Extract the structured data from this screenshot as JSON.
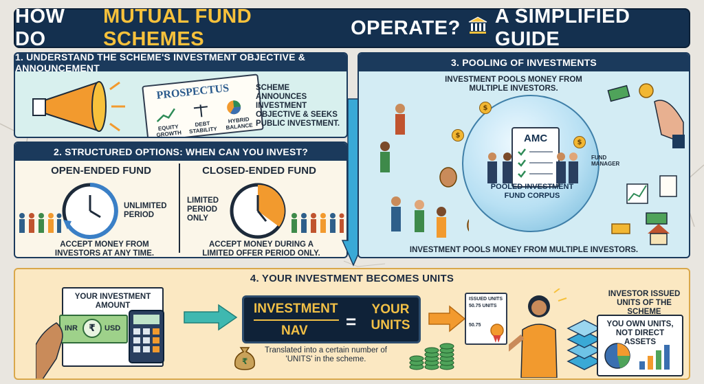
{
  "title": {
    "part1": "HOW DO",
    "highlight": "MUTUAL FUND SCHEMES",
    "part2": "OPERATE?",
    "part3": "A SIMPLIFIED GUIDE"
  },
  "section1": {
    "heading": "1. UNDERSTAND THE SCHEME'S INVESTMENT OBJECTIVE & ANNOUNCEMENT",
    "prospectus_title": "PROSPECTUS",
    "prospectus_labels": [
      "EQUITY GROWTH",
      "DEBT STABILITY",
      "HYBRID BALANCE"
    ],
    "description": "SCHEME ANNOUNCES INVESTMENT OBJECTIVE & SEEKS PUBLIC INVESTMENT."
  },
  "section2": {
    "heading": "2. STRUCTURED OPTIONS: WHEN CAN YOU INVEST?",
    "open": {
      "label": "OPEN-ENDED FUND",
      "period": "UNLIMITED PERIOD",
      "description": "ACCEPT MONEY FROM INVESTORS AT ANY TIME."
    },
    "closed": {
      "label": "CLOSED-ENDED FUND",
      "period": "LIMITED PERIOD ONLY",
      "description": "ACCEPT MONEY DURING A LIMITED OFFER PERIOD ONLY."
    }
  },
  "section3": {
    "heading": "3. POOLING OF INVESTMENTS",
    "top_caption": "INVESTMENT POOLS MONEY FROM MULTIPLE INVESTORS.",
    "amc_label": "AMC",
    "fund_manager_label": "FUND MANAGER",
    "pool_label": "POOLED INVESTMENT FUND CORPUS",
    "bottom_caption": "INVESTMENT POOLS MONEY FROM MULTIPLE INVESTORS."
  },
  "section4": {
    "heading": "4. YOUR INVESTMENT BECOMES UNITS",
    "your_investment": "YOUR INVESTMENT AMOUNT",
    "currency_left": "INR",
    "currency_symbol": "₹",
    "currency_right": "USD",
    "formula_numerator": "INVESTMENT",
    "formula_denominator": "NAV",
    "formula_equals": "=",
    "formula_result": "YOUR UNITS",
    "translated_note": "Translated into a certain number of 'UNITS' in the scheme.",
    "cert_title": "ISSUED UNITS",
    "cert_line1": "50.75 UNITS",
    "cert_line2": "50.75",
    "issued_caption": "INVESTOR ISSUED UNITS OF THE SCHEME",
    "own_units": "YOU OWN UNITS, NOT DIRECT ASSETS"
  },
  "colors": {
    "navy": "#14304f",
    "gold": "#f7c13b",
    "teal_arrow": "#3fb8b0",
    "orange": "#f29a2e"
  }
}
